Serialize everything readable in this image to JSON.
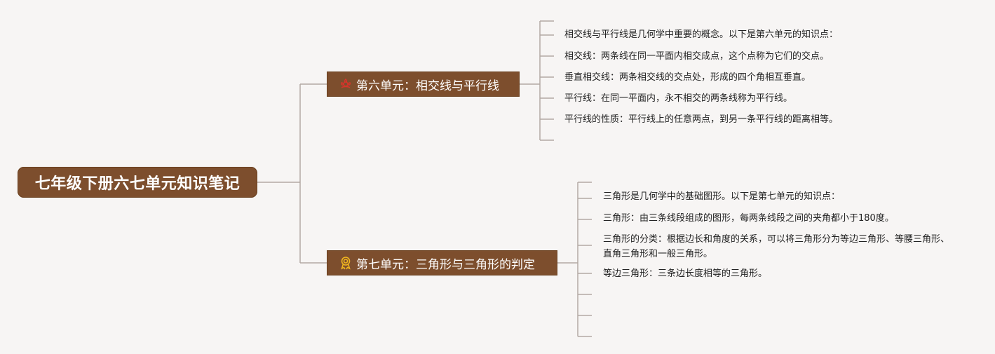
{
  "root": {
    "title": "七年级下册六七单元知识笔记"
  },
  "branches": [
    {
      "title": "第六单元：相交线与平行线",
      "icon": "flower-icon",
      "items": [
        "相交线与平行线是几何学中重要的概念。以下是第六单元的知识点：",
        "相交线：两条线在同一平面内相交成点，这个点称为它们的交点。",
        "垂直相交线：两条相交线的交点处，形成的四个角相互垂直。",
        "平行线：在同一平面内，永不相交的两条线称为平行线。",
        "平行线的性质：平行线上的任意两点，到另一条平行线的距离相等。"
      ]
    },
    {
      "title": "第七单元：三角形与三角形的判定",
      "icon": "award-ribbon-icon",
      "items": [
        "三角形是几何学中的基础图形。以下是第七单元的知识点：",
        "三角形：由三条线段组成的图形，每两条线段之间的夹角都小于180度。",
        "三角形的分类：根据边长和角度的关系，可以将三角形分为等边三角形、等腰三角形、直角三角形和一般三角形。",
        "等边三角形：三条边长度相等的三角形。"
      ]
    }
  ],
  "colors": {
    "background": "#f7f5f4",
    "node_fill": "#7d4e2d",
    "connector": "#b3a9a3",
    "flower_icon": "#d9342b",
    "award_icon": "#f0b51e"
  }
}
